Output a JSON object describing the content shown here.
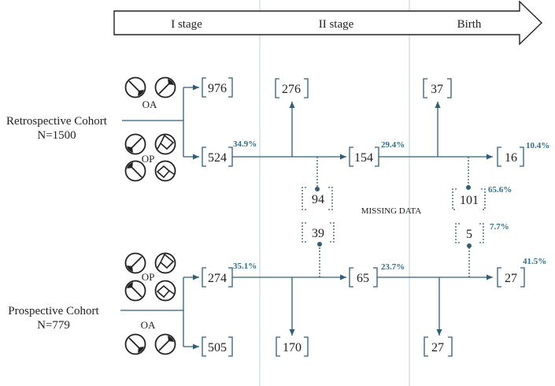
{
  "stages": {
    "s1": "I stage",
    "s2": "II stage",
    "s3": "Birth"
  },
  "retro": {
    "cohort_line1": "Retrospective Cohort",
    "cohort_line2": "N=1500",
    "oa_label": "OA",
    "op_label": "OP",
    "n_oa": "976",
    "n_op": "524",
    "pct_op": "34.9%",
    "n_stage2_up": "276",
    "n_stage2_main": "154",
    "pct_stage2": "29.4%",
    "n_stage2_missing": "94",
    "n_birth_up": "37",
    "n_birth_main": "16",
    "pct_birth": "10.4%",
    "n_birth_missing": "101",
    "pct_birth_missing": "65.6%"
  },
  "missing_label": "MISSING DATA",
  "prosp": {
    "cohort_line1": "Prospective Cohort",
    "cohort_line2": "N=779",
    "op_label": "OP",
    "oa_label": "OA",
    "n_op": "274",
    "pct_op": "35.1%",
    "n_oa": "505",
    "n_stage2_missing": "39",
    "n_stage2_main": "65",
    "pct_stage2": "23.7%",
    "n_stage2_down": "170",
    "n_birth_missing": "5",
    "pct_birth_missing": "7.7%",
    "n_birth_main": "27",
    "pct_birth": "41.5%",
    "n_birth_down": "27"
  },
  "icons": [
    "occiput-anterior-icon",
    "occiput-posterior-icon"
  ],
  "colors": {
    "flow": "#2e5f7a",
    "percent": "#2e6f8e",
    "gridline": "#b8d2dc"
  }
}
